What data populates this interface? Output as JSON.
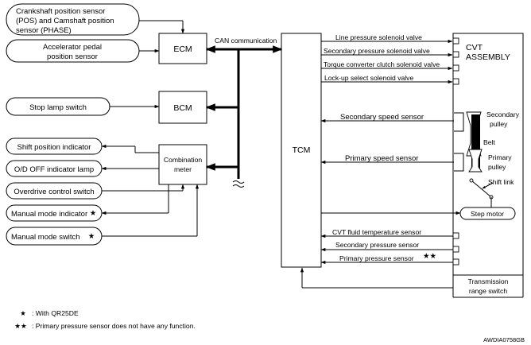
{
  "inputs": {
    "crank_line1": "Crankshaft position sensor",
    "crank_line2": "(POS) and Camshaft position",
    "crank_line3": "sensor (PHASE)",
    "accel_line1": "Accelerator pedal",
    "accel_line2": "position sensor",
    "stop_lamp": "Stop lamp switch",
    "shift_position": "Shift position indicator",
    "od_off": "O/D OFF indicator lamp",
    "overdrive": "Overdrive control switch",
    "manual_indicator": "Manual mode indicator",
    "manual_switch": "Manual mode switch"
  },
  "modules": {
    "ecm": "ECM",
    "bcm": "BCM",
    "combo_line1": "Combination",
    "combo_line2": "meter",
    "tcm": "TCM"
  },
  "can_label": "CAN communication",
  "signals": {
    "line_pressure": "Line pressure solenoid valve",
    "secondary_pressure_valve": "Secondary pressure solenoid valve",
    "torque_converter": "Torque converter clutch solenoid valve",
    "lockup": "Lock-up select solenoid valve",
    "secondary_speed": "Secondary speed sensor",
    "primary_speed": "Primary speed sensor",
    "cvt_fluid": "CVT fluid temperature sensor",
    "secondary_pressure_sensor": "Secondary pressure sensor",
    "primary_pressure_sensor": "Primary pressure sensor"
  },
  "cvt": {
    "title_line1": "CVT",
    "title_line2": "ASSEMBLY",
    "secondary_pulley_line1": "Secondary",
    "secondary_pulley_line2": "pulley",
    "belt": "Belt",
    "primary_pulley_line1": "Primary",
    "primary_pulley_line2": "pulley",
    "shift_link": "Shift link",
    "step_motor": "Step motor",
    "range_line1": "Transmission",
    "range_line2": "range switch"
  },
  "marks": {
    "single": "★",
    "double": "★★"
  },
  "legend": {
    "single_mark": "★",
    "single_text": ": With QR25DE",
    "double_mark": "★★",
    "double_text": ": Primary pressure sensor does not have any function."
  },
  "code": "AWDIA0758GB"
}
